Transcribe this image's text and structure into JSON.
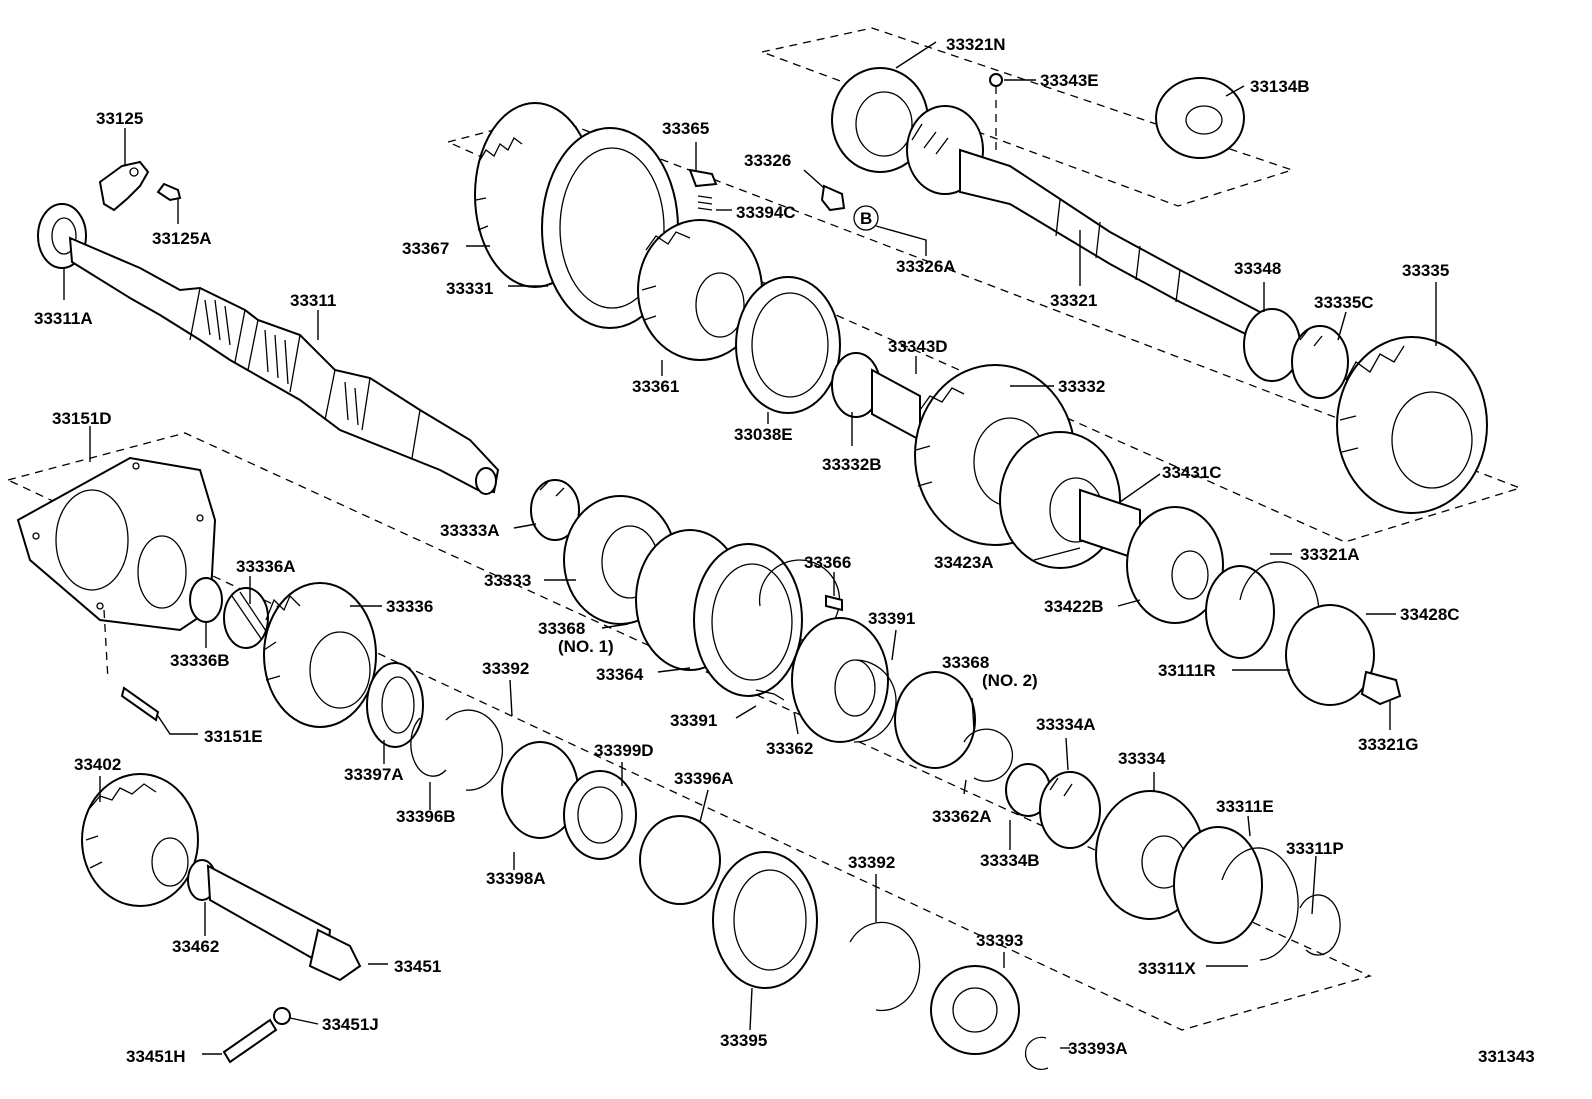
{
  "diagram_id": "331343",
  "labels": {
    "l33125": "33125",
    "l33125A": "33125A",
    "l33311A": "33311A",
    "l33311": "33311",
    "l33151D": "33151D",
    "l33336A": "33336A",
    "l33336": "33336",
    "l33336B": "33336B",
    "l33151E": "33151E",
    "l33402": "33402",
    "l33462": "33462",
    "l33451": "33451",
    "l33451J": "33451J",
    "l33451H": "33451H",
    "l33367": "33367",
    "l33331": "33331",
    "l33365": "33365",
    "l33326": "33326",
    "l33394C": "33394C",
    "circleB": "B",
    "l33326A": "33326A",
    "l33361": "33361",
    "l33038E": "33038E",
    "l33343D": "33343D",
    "l33332": "33332",
    "l33332B": "33332B",
    "l33321N": "33321N",
    "l33343E": "33343E",
    "l33134B": "33134B",
    "l33321": "33321",
    "l33348": "33348",
    "l33335": "33335",
    "l33335C": "33335C",
    "l33431C": "33431C",
    "l33423A": "33423A",
    "l33321A": "33321A",
    "l33422B": "33422B",
    "l33428C": "33428C",
    "l33111R": "33111R",
    "l33321G": "33321G",
    "l33333A": "33333A",
    "l33333": "33333",
    "l33368a": "33368",
    "l33368a_sub": "(NO. 1)",
    "l33364": "33364",
    "l33366": "33366",
    "l33391a": "33391",
    "l33391b": "33391",
    "l33362": "33362",
    "l33368b": "33368",
    "l33368b_sub": "(NO. 2)",
    "l33362A": "33362A",
    "l33392a": "33392",
    "l33397A": "33397A",
    "l33396B": "33396B",
    "l33399D": "33399D",
    "l33398A": "33398A",
    "l33396A": "33396A",
    "l33334A": "33334A",
    "l33334": "33334",
    "l33334B": "33334B",
    "l33311E": "33311E",
    "l33311P": "33311P",
    "l33311X": "33311X",
    "l33392b": "33392",
    "l33393": "33393",
    "l33393A": "33393A",
    "l33395": "33395"
  }
}
